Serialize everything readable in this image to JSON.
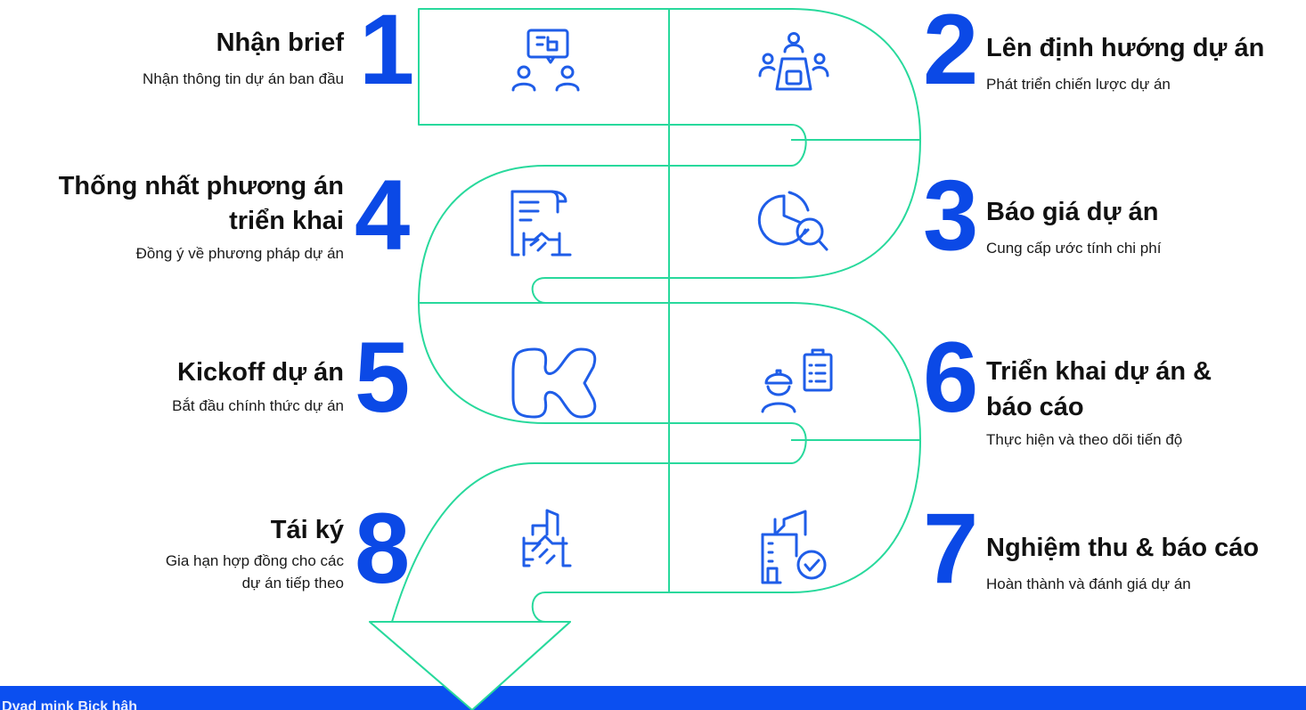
{
  "colors": {
    "path_stroke": "#28d99c",
    "icon_blue": "#1f5de8",
    "number_blue": "#0b49e6",
    "footer_blue": "#0b4ff0",
    "text": "#111111"
  },
  "steps": [
    {
      "number": "1",
      "title": "Nhận brief",
      "description": "Nhận thông tin dự án ban đầu",
      "icon": "meeting-discussion-icon"
    },
    {
      "number": "2",
      "title": "Lên định hướng dự án",
      "description": "Phát triển chiến lược dự án",
      "icon": "team-meeting-icon"
    },
    {
      "number": "3",
      "title": "Báo giá dự án",
      "description": "Cung cấp ước tính chi phí",
      "icon": "pie-chart-search-icon"
    },
    {
      "number": "4",
      "title_line1": "Thống nhất phương án",
      "title_line2": "triển khai",
      "description": "Đồng ý về phương pháp dự án",
      "icon": "contract-handshake-icon"
    },
    {
      "number": "5",
      "title": "Kickoff dự án",
      "description": "Bắt đầu chính thức dự án",
      "icon": "kickoff-logo-icon"
    },
    {
      "number": "6",
      "title_line1": "Triển khai dự án &",
      "title_line2": "báo cáo",
      "description": "Thực hiện và theo dõi tiến độ",
      "icon": "engineer-clipboard-icon"
    },
    {
      "number": "7",
      "title": "Nghiệm thu & báo cáo",
      "description": "Hoàn thành và đánh giá dự án",
      "icon": "building-check-icon"
    },
    {
      "number": "8",
      "title": "Tái ký",
      "description_line1": "Gia hạn hợp đồng cho các",
      "description_line2": "dự án tiếp theo",
      "icon": "building-handshake-icon"
    }
  ],
  "footer": {
    "text": "Dyad mink Bick hâh"
  }
}
